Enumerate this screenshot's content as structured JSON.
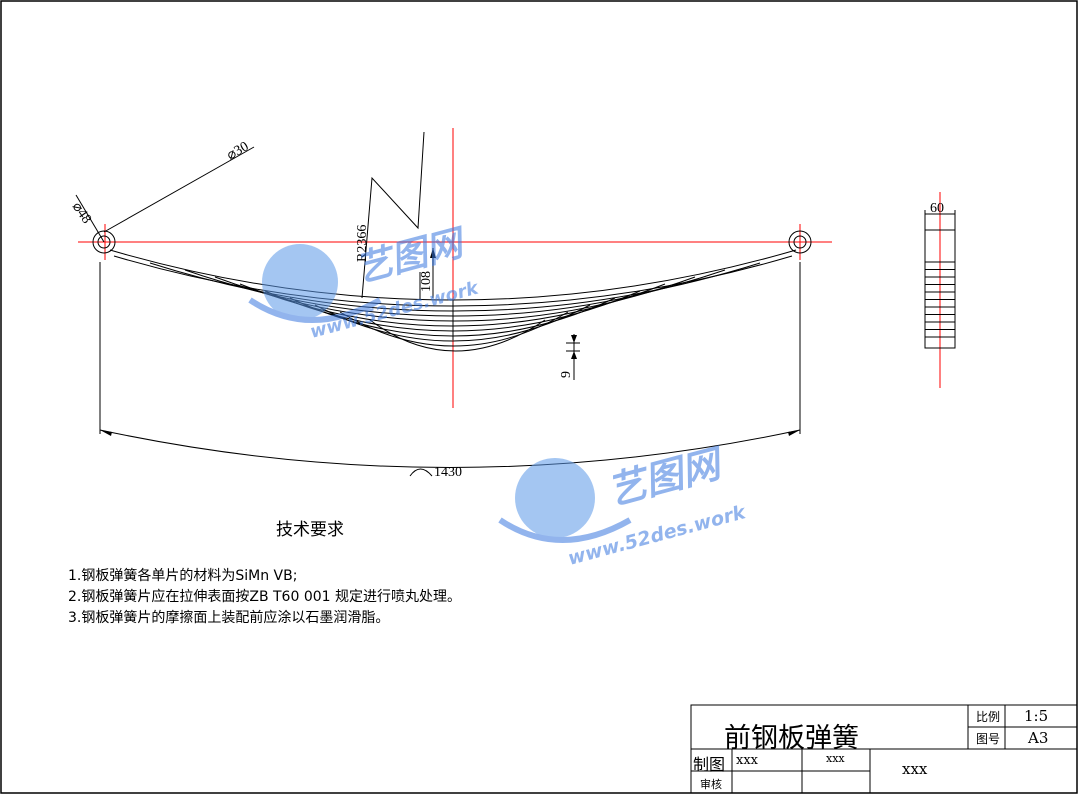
{
  "drawing": {
    "dimensions": {
      "eye_diameter": "⌀48",
      "bushing_diameter": "⌀30",
      "arc_radius": "R2366",
      "camber": "108",
      "leaf_thickness": "9",
      "chord_length": "1430",
      "width": "60"
    }
  },
  "notes": {
    "title": "技术要求",
    "items": [
      "1.钢板弹簧各单片的材料为SiMn VB;",
      "2.钢板弹簧片应在拉伸表面按ZB  T60  001  规定进行喷丸处理。",
      "3.钢板弹簧片的摩擦面上装配前应涂以石墨润滑脂。"
    ]
  },
  "title_block": {
    "part_name": "前钢板弹簧",
    "scale_label": "比例",
    "scale_value": "1:5",
    "drawing_no_label": "图号",
    "drawing_no_value": "A3",
    "drawn_label": "制图",
    "drawn_value": "xxx",
    "drawn_date": "xxx",
    "checked_label": "审核",
    "org_value": "xxx"
  },
  "watermark": {
    "brand": "艺图网",
    "url": "www.52des.work"
  },
  "colors": {
    "centerline": "#ff0000",
    "line": "#000000",
    "watermark": "#3a78e0"
  }
}
